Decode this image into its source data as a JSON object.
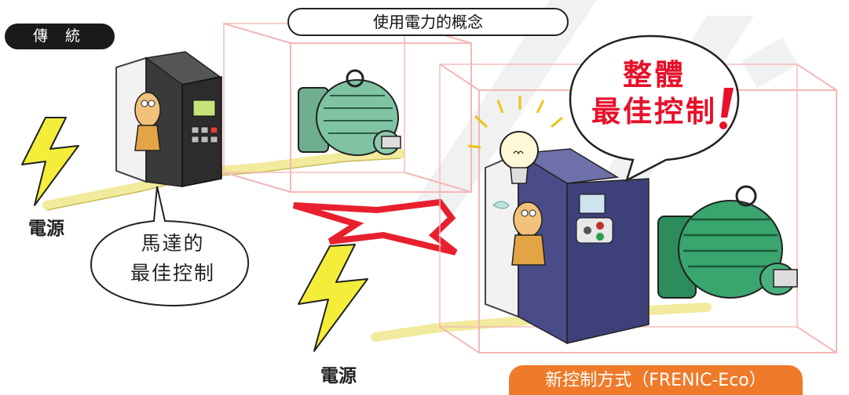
{
  "labels": {
    "traditional": "傳 統",
    "title": "使用電力的概念",
    "power_source": "電源",
    "motor_control_line1": "馬達的",
    "motor_control_line2": "最佳控制",
    "whole_line1": "整體",
    "whole_line2": "最佳控制",
    "new_method": "新控制方式（FRENIC-Eco）"
  },
  "colors": {
    "dark_pill": "#1a1a1a",
    "orange_pill": "#ef7a2a",
    "highlight_red": "#e8102a",
    "motor_green": "#7fc3a3",
    "inverter_blue": "#4c4f8f",
    "wire_yellow": "#f2ea9c",
    "lightning_yellow": "#f4ee3a",
    "box_pink": "#f3b8b8"
  },
  "icons": [
    "lightning-bolt-icon",
    "lightbulb-icon",
    "exclamation-icon",
    "inverter-icon",
    "motor-icon"
  ]
}
